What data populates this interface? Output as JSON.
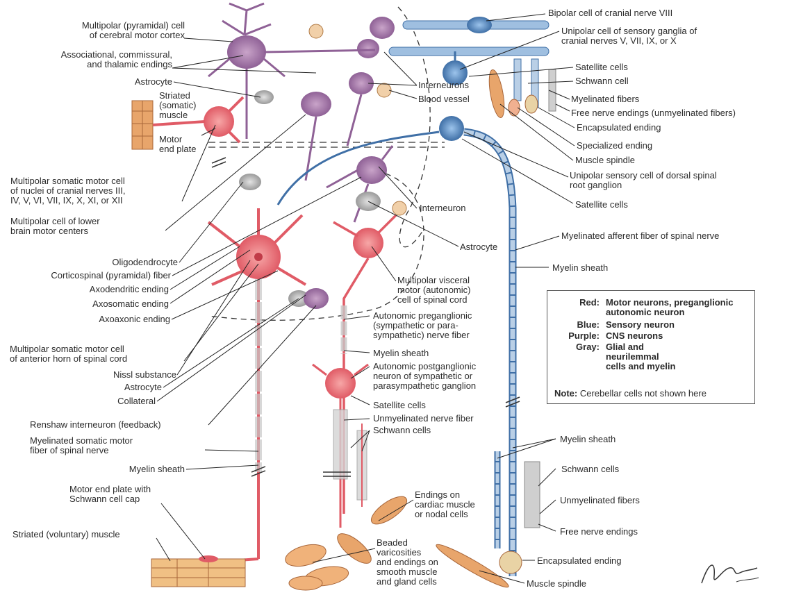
{
  "labels": {
    "l_multipolar_pyramidal": "Multipolar (pyramidal) cell\nof cerebral motor cortex",
    "l_associational": "Associational, commissural,\nand thalamic endings",
    "l_astrocyte_top": "Astrocyte",
    "l_striated_somatic": "Striated\n(somatic)\nmuscle",
    "l_motor_end_plate": "Motor\nend plate",
    "l_multipolar_cranial": "Multipolar somatic motor cell\nof nuclei of cranial nerves III,\nIV, V, VI, VII, IX, X, XI, or XII",
    "l_lower_brain": "Multipolar cell of lower\nbrain motor centers",
    "l_oligodendrocyte": "Oligodendrocyte",
    "l_corticospinal": "Corticospinal (pyramidal) fiber",
    "l_axodendritic": "Axodendritic ending",
    "l_axosomatic": "Axosomatic ending",
    "l_axoaxonic": "Axoaxonic ending",
    "l_anterior_horn": "Multipolar somatic motor cell\nof anterior horn of spinal cord",
    "l_nissl": "Nissl substance",
    "l_astrocyte_mid": "Astrocyte",
    "l_collateral": "Collateral",
    "l_renshaw": "Renshaw interneuron (feedback)",
    "l_myelinated_somatic": "Myelinated somatic motor\nfiber of spinal nerve",
    "l_myelin_sheath_left": "Myelin sheath",
    "l_motor_end_plate_schwann": "Motor end plate with\nSchwann cell cap",
    "l_striated_voluntary": "Striated (voluntary) muscle",
    "l_bipolar_viii": "Bipolar cell of cranial nerve VIII",
    "l_unipolar_cranial": "Unipolar cell of sensory ganglia of\ncranial nerves V, VII, IX, or X",
    "l_interneurons": "Interneurons",
    "l_blood_vessel": "Blood vessel",
    "l_satellite_top": "Satellite cells",
    "l_schwann_cell": "Schwann cell",
    "l_myelinated_fibers": "Myelinated fibers",
    "l_free_nerve_top": "Free nerve endings (unmyelinated fibers)",
    "l_encapsulated_top": "Encapsulated ending",
    "l_specialized": "Specialized ending",
    "l_muscle_spindle_top": "Muscle spindle",
    "l_unipolar_dorsal": "Unipolar sensory cell of dorsal spinal\nroot ganglion",
    "l_satellite_mid": "Satellite cells",
    "l_interneuron": "Interneuron",
    "l_astrocyte_right": "Astrocyte",
    "l_myelinated_afferent": "Myelinated afferent fiber of spinal nerve",
    "l_myelin_sheath_right": "Myelin sheath",
    "l_visceral_motor": "Multipolar visceral\nmotor (autonomic)\ncell of spinal cord",
    "l_autonomic_pre": "Autonomic preganglionic\n(sympathetic or para-\nsympathetic) nerve fiber",
    "l_myelin_sheath_center": "Myelin sheath",
    "l_autonomic_post": "Autonomic postganglionic\nneuron of sympathetic or\nparasympathetic ganglion",
    "l_satellite_bottom": "Satellite cells",
    "l_unmyelinated_nerve": "Unmyelinated nerve fiber",
    "l_schwann_cells_center": "Schwann cells",
    "l_myelin_sheath_lower": "Myelin sheath",
    "l_schwann_cells_right": "Schwann cells",
    "l_unmyelinated_fibers": "Unmyelinated fibers",
    "l_free_nerve_bottom": "Free nerve endings",
    "l_encapsulated_bottom": "Encapsulated ending",
    "l_muscle_spindle_bottom": "Muscle spindle",
    "l_cardiac": "Endings on\ncardiac muscle\nor nodal cells",
    "l_beaded": "Beaded\nvaricosities\nand endings on\nsmooth muscle\nand gland cells"
  },
  "legend": {
    "rows": [
      {
        "key": "Red:",
        "value": "Motor neurons, preganglionic\nautonomic neuron"
      },
      {
        "key": "Blue:",
        "value": "Sensory neuron"
      },
      {
        "key": "Purple:",
        "value": "CNS neurons"
      },
      {
        "key": "Gray:",
        "value": "Glial and\nneurilemmal\ncells and myelin"
      }
    ],
    "note_label": "Note:",
    "note_text": " Cerebellar cells not shown here"
  },
  "colors": {
    "motor_red": "#e8737a",
    "sensory_blue": "#5b87b8",
    "cns_purple": "#a47aa8",
    "glial_gray": "#b8b8b8",
    "muscle_tan": "#e8b27a"
  }
}
